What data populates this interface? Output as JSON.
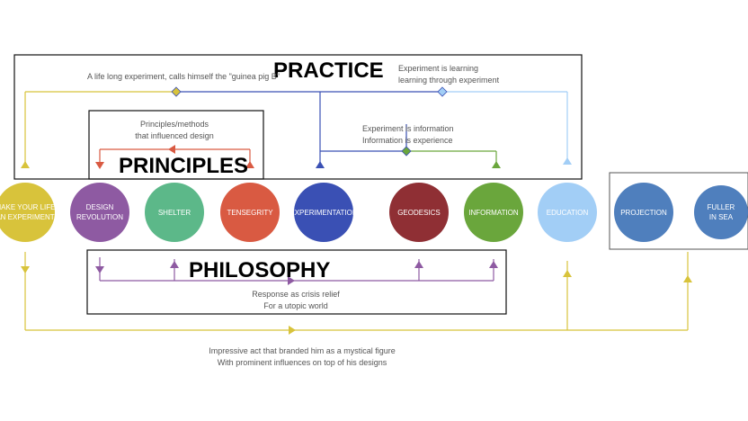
{
  "headings": {
    "practice": "PRACTICE",
    "principles": "PRINCIPLES",
    "philosophy": "PHILOSOPHY"
  },
  "notes": {
    "guinea_pig": "A life long experiment, calls himself the \"guinea pig B\"",
    "learning_1": "Experiment is learning",
    "learning_2": "learning through experiment",
    "principles_1": "Principles/methods",
    "principles_2": "that influenced design",
    "information_1": "Experiment is information",
    "information_2": "Information is experience",
    "philosophy_1": "Response as crisis relief",
    "philosophy_2": "For a utopic world",
    "mystic_1": "Impressive act that branded him as a mystical figure",
    "mystic_2": "With prominent influences on top of his designs"
  },
  "nodes": [
    {
      "id": "make-your-life",
      "lines": [
        "MAKE YOUR LIFE",
        "AN EXPERIMENT"
      ],
      "color": "#d8c33b"
    },
    {
      "id": "design-revolution",
      "lines": [
        "DESIGN",
        "REVOLUTION"
      ],
      "color": "#8e5aa2"
    },
    {
      "id": "shelter",
      "lines": [
        "SHELTER"
      ],
      "color": "#5cb889"
    },
    {
      "id": "tensegrity",
      "lines": [
        "TENSEGRITY"
      ],
      "color": "#d95a42"
    },
    {
      "id": "experimentation",
      "lines": [
        "EXPERIMENTATION"
      ],
      "color": "#3a50b4"
    },
    {
      "id": "geodesics",
      "lines": [
        "GEODESICS"
      ],
      "color": "#8f2f34"
    },
    {
      "id": "information",
      "lines": [
        "INFORMATION"
      ],
      "color": "#6aa63c"
    },
    {
      "id": "education",
      "lines": [
        "EDUCATION"
      ],
      "color": "#a2cef6"
    },
    {
      "id": "projection",
      "lines": [
        "PROJECTION"
      ],
      "color": "#4f7fbd"
    },
    {
      "id": "fuller-in-sea",
      "lines": [
        "FULLER",
        "IN SEA"
      ],
      "color": "#4f7fbd"
    }
  ]
}
